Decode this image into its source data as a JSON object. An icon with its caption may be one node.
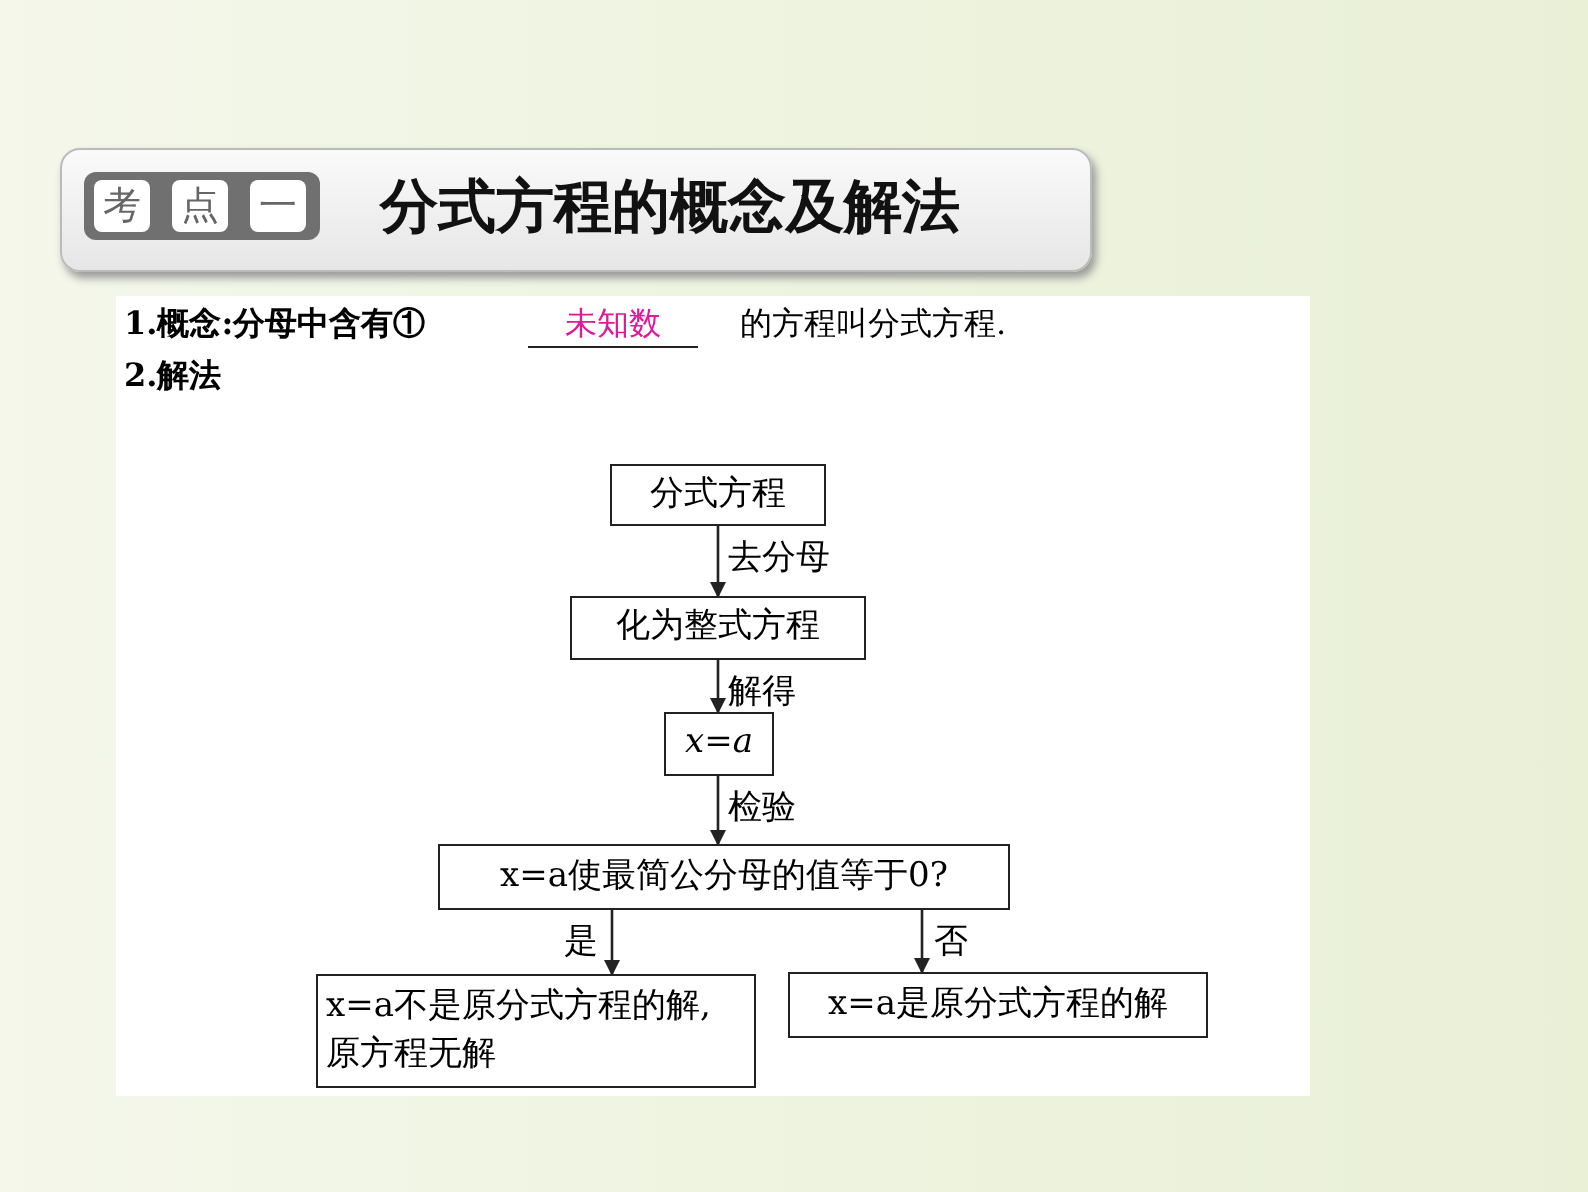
{
  "diagram": {
    "title": "分式方程的概念及解法",
    "nodes": [
      {
        "text": [
          "分式方程"
        ]
      },
      {
        "text": [
          "化为整式方程"
        ]
      },
      {
        "text": [
          "x=a"
        ]
      },
      {
        "text": [
          "x=a使最简公分母的值等于0?"
        ]
      },
      {
        "text": [
          "x=a不是原分式方程的解, 原方程无解"
        ]
      },
      {
        "text": [
          "x=a是原分式方程的解"
        ]
      }
    ],
    "edges": [
      {
        "from": 0,
        "to": 1,
        "arrow": "to",
        "label": "去分母"
      },
      {
        "from": 1,
        "to": 2,
        "arrow": "to",
        "label": "解得"
      },
      {
        "from": 2,
        "to": 3,
        "arrow": "to",
        "label": "检验"
      },
      {
        "from": 3,
        "to": 4,
        "arrow": "to",
        "label": "是"
      },
      {
        "from": 3,
        "to": 5,
        "arrow": "to",
        "label": "否"
      }
    ],
    "labels": [
      "考",
      "点",
      "一",
      "1.概念:分母中含有①",
      "未知数",
      "的方程叫分式方程.",
      "2.解法"
    ]
  }
}
